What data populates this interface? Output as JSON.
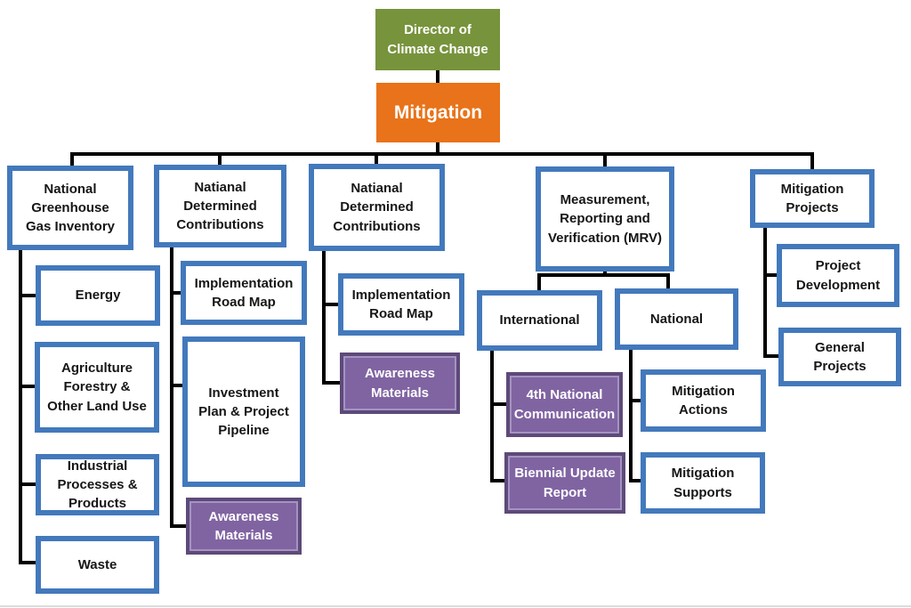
{
  "colors": {
    "green": "#77933C",
    "orange": "#E8731A",
    "blue_border": "#4379BC",
    "purple_fill": "#8064A2",
    "purple_border": "#5E4A79",
    "purple_inner": "#A394C2",
    "line": "#000000"
  },
  "org_chart": {
    "root": {
      "label": "Director of\nClimate Change"
    },
    "unit": {
      "label": "Mitigation"
    },
    "branches": [
      {
        "label": "National\nGreenhouse\nGas Inventory",
        "children": [
          {
            "label": "Energy"
          },
          {
            "label": "Agriculture\nForestry &\nOther Land Use"
          },
          {
            "label": "Industrial\nProcesses &\nProducts"
          },
          {
            "label": "Waste"
          }
        ]
      },
      {
        "label": "Natianal\nDetermined\nContributions",
        "children": [
          {
            "label": "Implementation\nRoad Map"
          },
          {
            "label": "Investment\nPlan & Project\nPipeline"
          },
          {
            "label": "Awareness\nMaterials"
          }
        ]
      },
      {
        "label": "Natianal\nDetermined\nContributions",
        "children": [
          {
            "label": "Implementation\nRoad Map"
          },
          {
            "label": "Awareness\nMaterials"
          }
        ]
      },
      {
        "label": "Measurement,\nReporting and\nVerification (MRV)",
        "children": [
          {
            "label": "International",
            "children": [
              {
                "label": "4th National\nCommunication"
              },
              {
                "label": "Biennial Update\nReport"
              }
            ]
          },
          {
            "label": "National",
            "children": [
              {
                "label": "Mitigation\nActions"
              },
              {
                "label": "Mitigation\nSupports"
              }
            ]
          }
        ]
      },
      {
        "label": "Mitigation\nProjects",
        "children": [
          {
            "label": "Project\nDevelopment"
          },
          {
            "label": "General\nProjects"
          }
        ]
      }
    ]
  }
}
